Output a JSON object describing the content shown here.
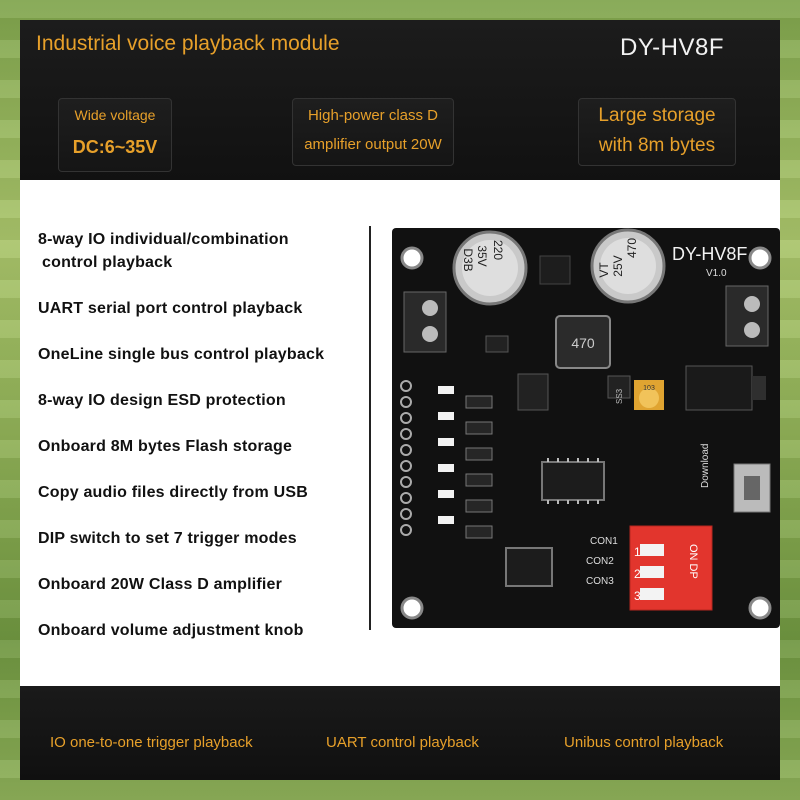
{
  "header": {
    "title": "Industrial voice playback module",
    "model": "DY-HV8F"
  },
  "highlights": [
    {
      "line1": "Wide voltage",
      "line2": "DC:6~35V"
    },
    {
      "line1": "High-power class D",
      "line2": "amplifier output 20W"
    },
    {
      "line1": "Large storage",
      "line2": "with 8m bytes"
    }
  ],
  "features": [
    {
      "line1": "8-way IO individual/combination",
      "line2": "control playback"
    },
    {
      "line1": "UART serial port control playback"
    },
    {
      "line1": "OneLine single bus control playback"
    },
    {
      "line1": "8-way IO design ESD protection"
    },
    {
      "line1": "Onboard 8M bytes Flash storage"
    },
    {
      "line1": "Copy audio files directly from USB"
    },
    {
      "line1": "DIP switch to set 7 trigger modes"
    },
    {
      "line1": "Onboard 20W Class D amplifier"
    },
    {
      "line1": "Onboard volume adjustment knob"
    }
  ],
  "board": {
    "silkscreen_model": "DY-HV8F",
    "version": "V1.0",
    "cap1": [
      "220",
      "35V",
      "D3B"
    ],
    "cap2": [
      "470",
      "25V",
      "VT"
    ],
    "inductor": "470",
    "trimmer": "103",
    "chip_label": "SS3",
    "download_label": "Download",
    "con_labels": [
      "CON1",
      "CON2",
      "CON3"
    ],
    "dip_label": "ON DP",
    "dip_numbers": [
      "1",
      "2",
      "3"
    ]
  },
  "modes": [
    "IO one-to-one trigger playback",
    "UART control playback",
    "Unibus control playback"
  ]
}
